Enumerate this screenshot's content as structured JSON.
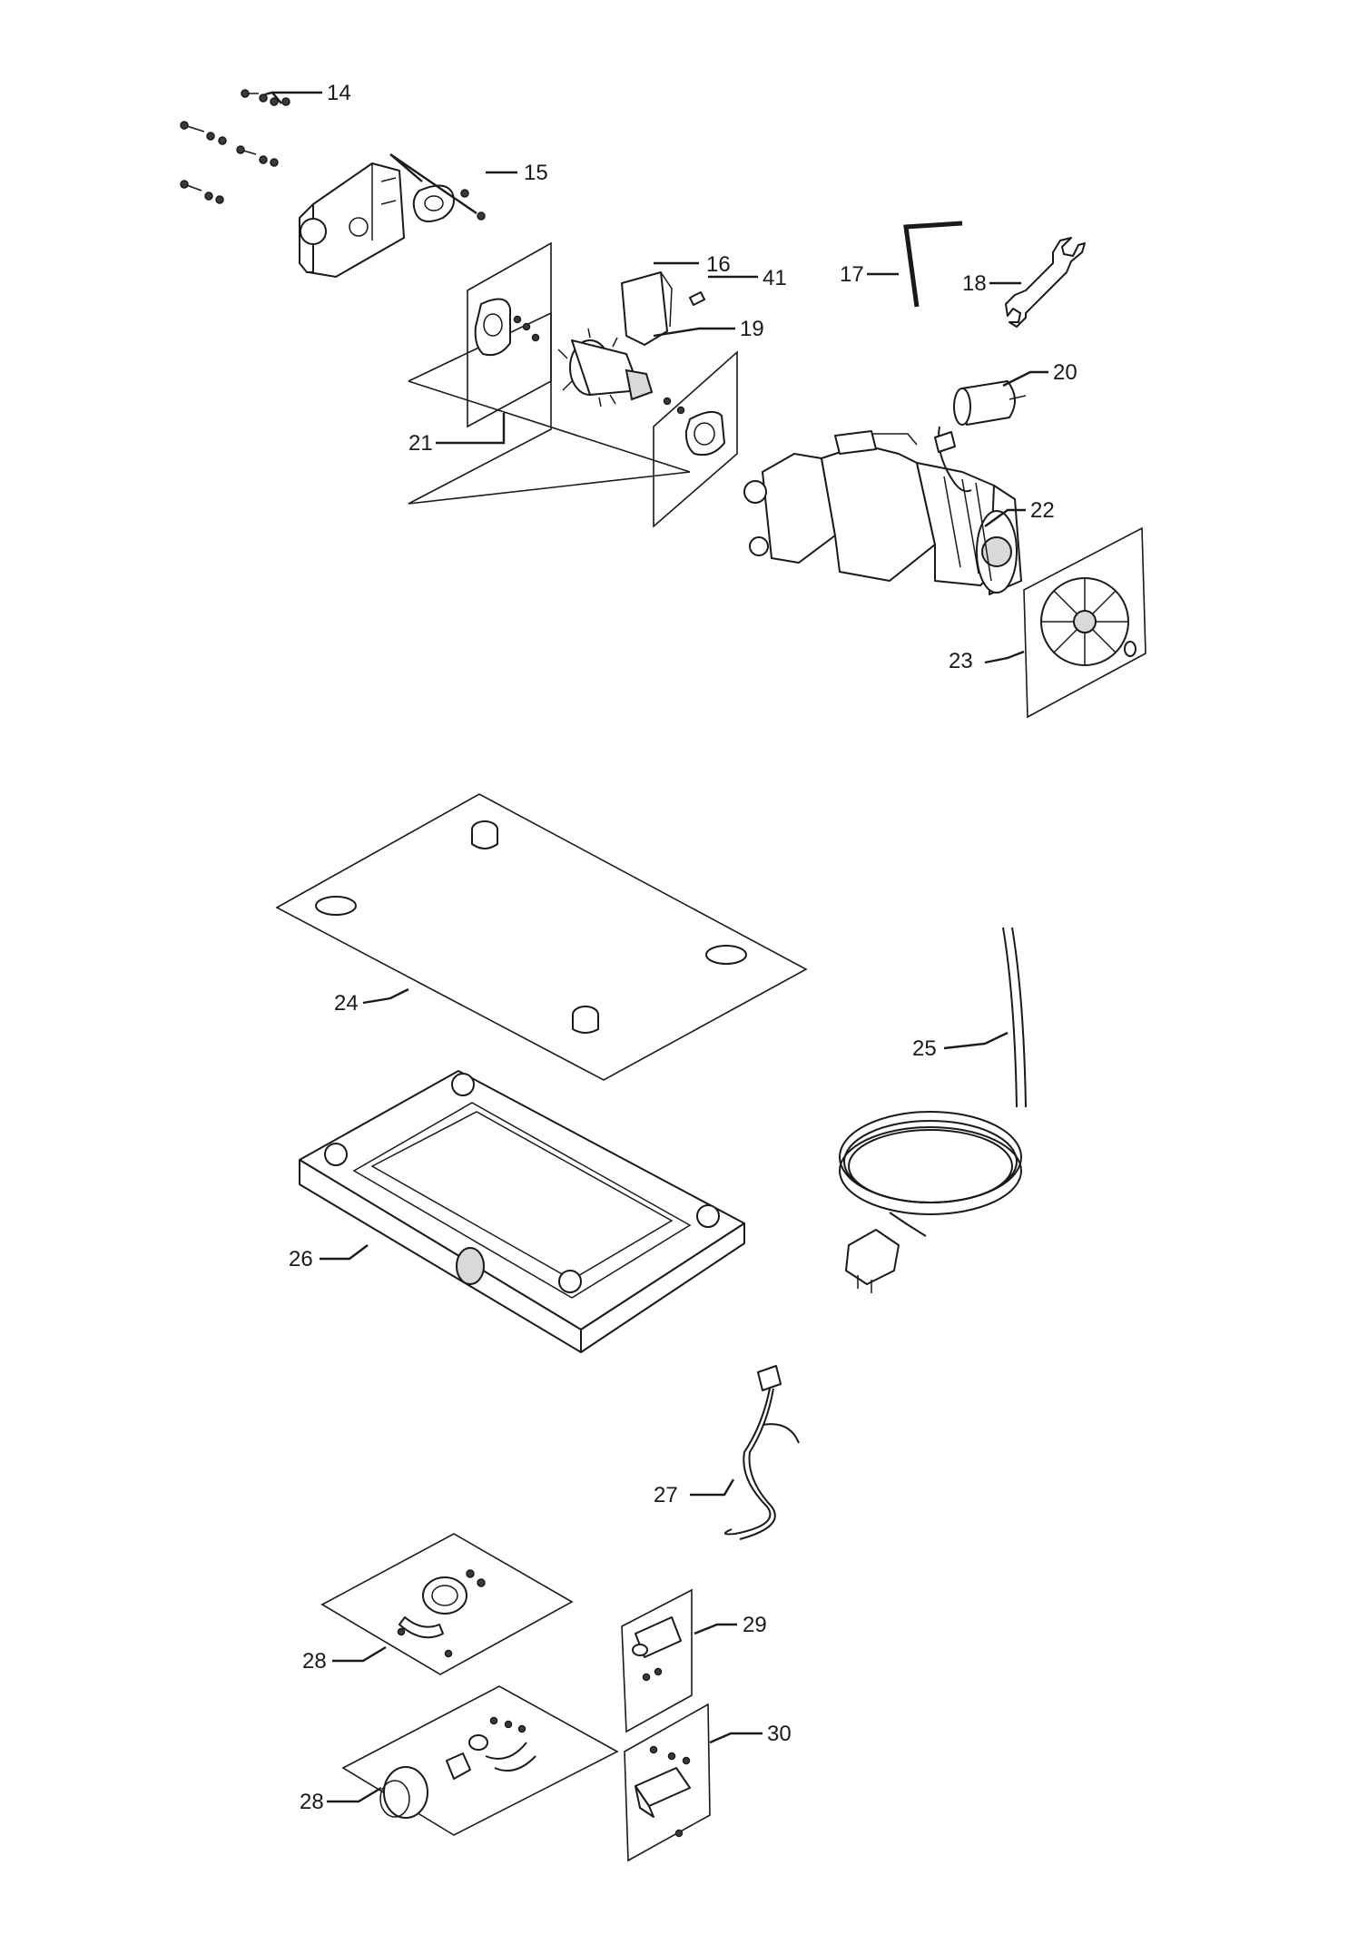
{
  "callouts": [
    {
      "id": "14",
      "label": "14"
    },
    {
      "id": "15",
      "label": "15"
    },
    {
      "id": "16",
      "label": "16"
    },
    {
      "id": "41",
      "label": "41"
    },
    {
      "id": "17",
      "label": "17"
    },
    {
      "id": "18",
      "label": "18"
    },
    {
      "id": "19",
      "label": "19"
    },
    {
      "id": "20",
      "label": "20"
    },
    {
      "id": "21",
      "label": "21"
    },
    {
      "id": "22",
      "label": "22"
    },
    {
      "id": "23",
      "label": "23"
    },
    {
      "id": "24",
      "label": "24"
    },
    {
      "id": "25",
      "label": "25"
    },
    {
      "id": "26",
      "label": "26"
    },
    {
      "id": "27",
      "label": "27"
    },
    {
      "id": "28a",
      "label": "28"
    },
    {
      "id": "29",
      "label": "29"
    },
    {
      "id": "28b",
      "label": "28"
    },
    {
      "id": "30",
      "label": "30"
    }
  ]
}
